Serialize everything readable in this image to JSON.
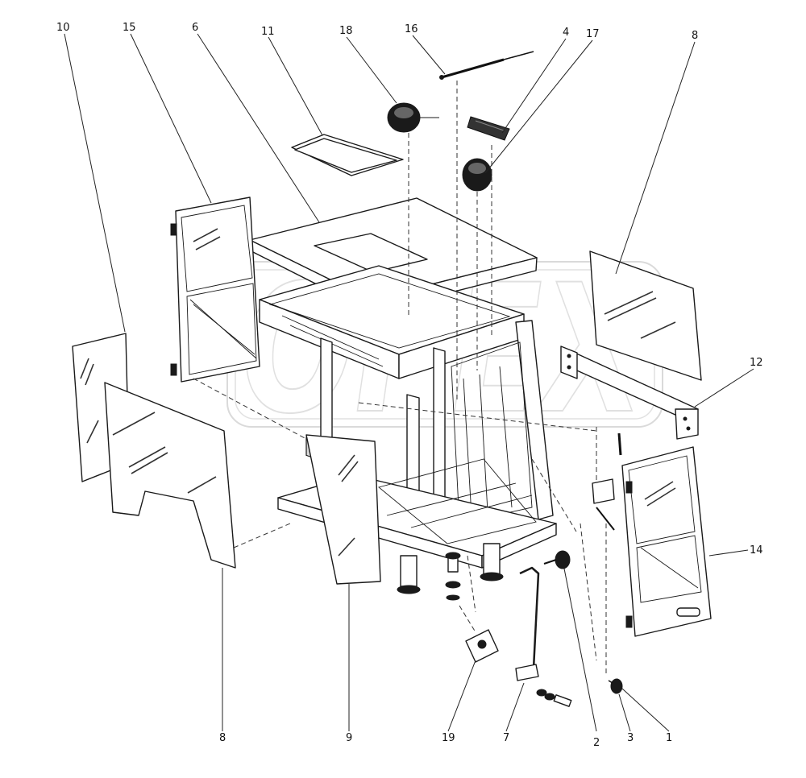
{
  "diagram": {
    "callouts": [
      {
        "id": "10",
        "label": "10"
      },
      {
        "id": "15",
        "label": "15"
      },
      {
        "id": "6",
        "label": "6"
      },
      {
        "id": "11",
        "label": "11"
      },
      {
        "id": "18",
        "label": "18"
      },
      {
        "id": "16",
        "label": "16"
      },
      {
        "id": "4",
        "label": "4"
      },
      {
        "id": "17",
        "label": "17"
      },
      {
        "id": "8-top",
        "label": "8"
      },
      {
        "id": "12",
        "label": "12"
      },
      {
        "id": "14",
        "label": "14"
      },
      {
        "id": "8-bottom",
        "label": "8"
      },
      {
        "id": "9",
        "label": "9"
      },
      {
        "id": "19",
        "label": "19"
      },
      {
        "id": "7",
        "label": "7"
      },
      {
        "id": "2",
        "label": "2"
      },
      {
        "id": "3",
        "label": "3"
      },
      {
        "id": "1",
        "label": "1"
      }
    ],
    "watermark": "OPEX"
  }
}
